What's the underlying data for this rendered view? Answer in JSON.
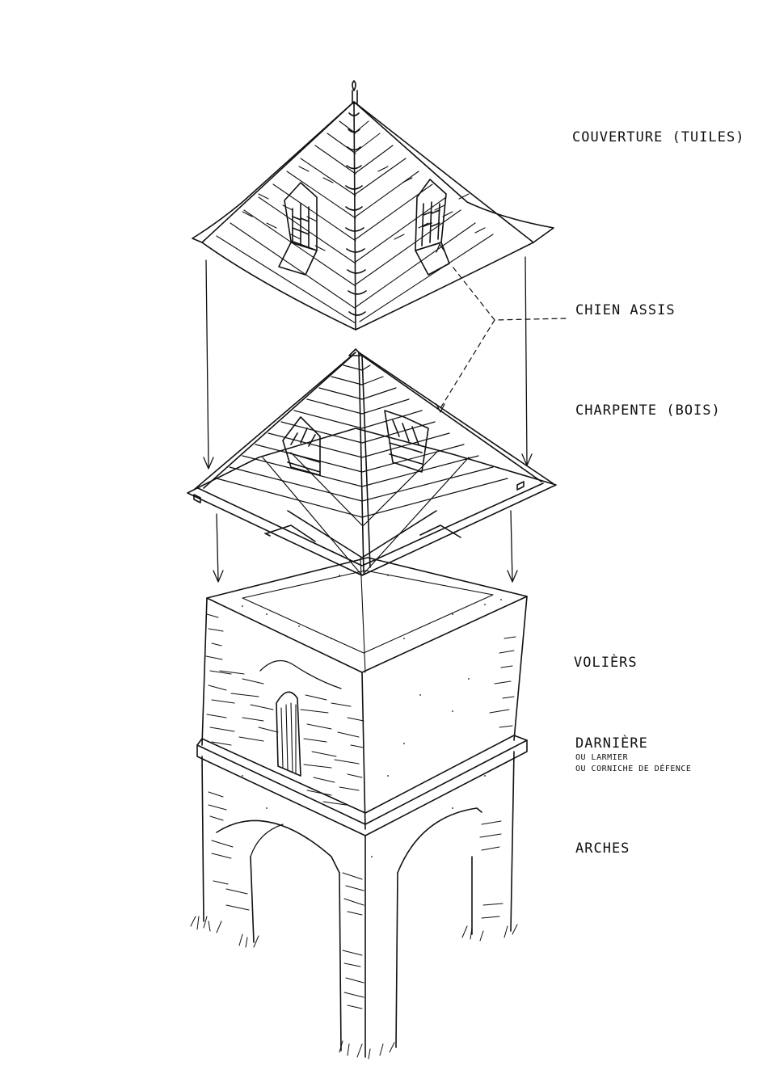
{
  "labels": {
    "couverture": "COUVERTURE (TUILES)",
    "chien_assis": "CHIEN ASSIS",
    "charpente": "CHARPENTE (BOIS)",
    "volieres": "VOLIÈRS",
    "darniere": "DARNIÈRE",
    "darniere_sub1": "OU LARMIER",
    "darniere_sub2": "OU CORNICHE DE DÉFENCE",
    "arches": "ARCHES"
  },
  "colors": {
    "ink": "#111111",
    "paper": "#ffffff"
  }
}
